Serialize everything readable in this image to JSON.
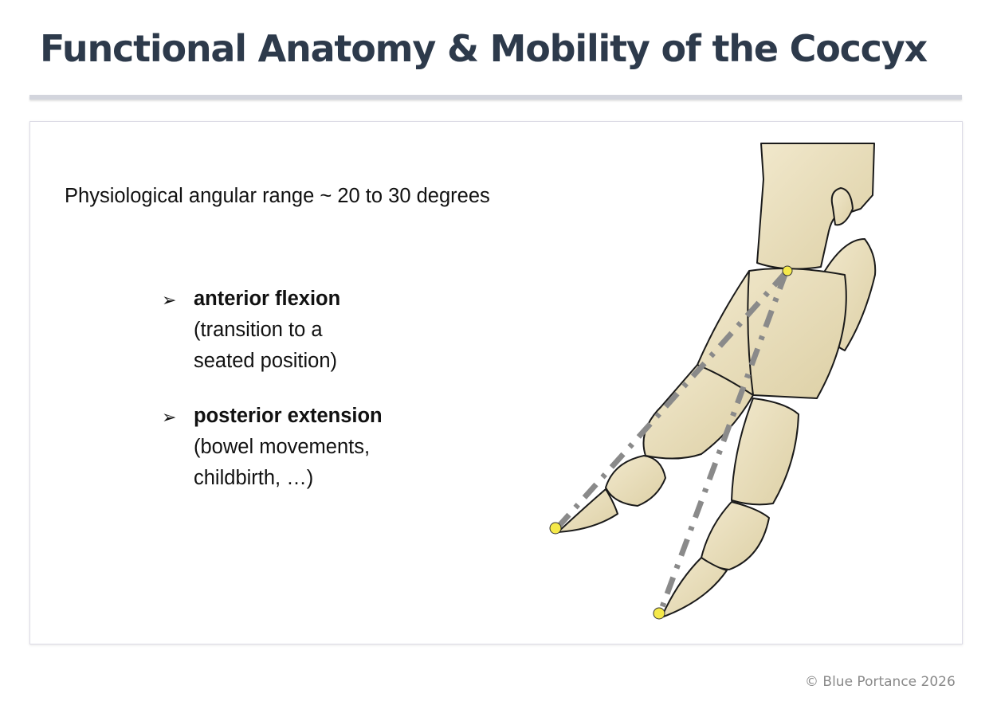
{
  "slide": {
    "title": "Functional Anatomy & Mobility of the Coccyx",
    "lead": "Physiological angular range ~ 20 to 30 degrees",
    "bullets": [
      {
        "marker": "➢",
        "heading": "anterior flexion",
        "lines": [
          "(transition to a",
          "seated position)"
        ]
      },
      {
        "marker": "➢",
        "heading": "posterior extension",
        "lines": [
          "(bowel movements,",
          "childbirth, …)"
        ]
      }
    ],
    "figure": {
      "icon": "coccyx-anatomy-illustration",
      "colors": {
        "bone": "#eadfbe",
        "bone_outline": "#1a1a1a",
        "axis_line": "#8a8a8a",
        "landmark": "#f5e94a"
      }
    },
    "footer": "© Blue Portance 2026"
  },
  "colors": {
    "title": "#2d3a4b",
    "rule": "#d3d5dd",
    "panel_border": "#dcdbe6",
    "footer": "#8a8a8a"
  }
}
